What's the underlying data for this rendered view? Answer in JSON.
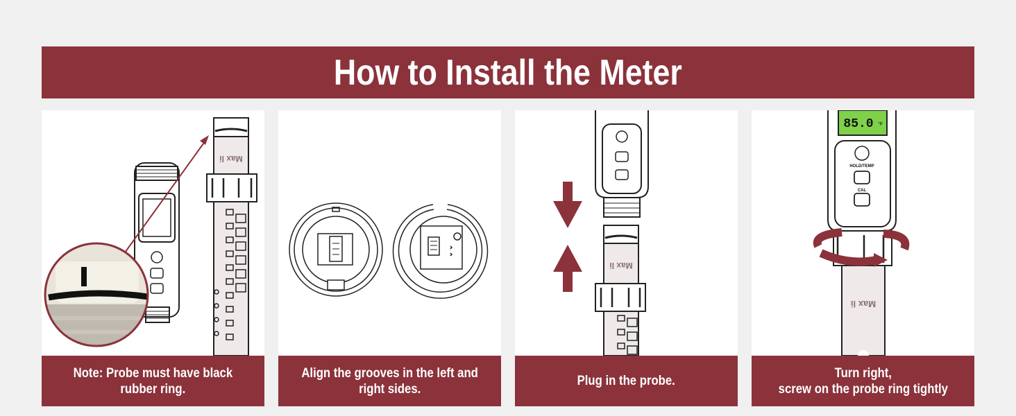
{
  "banner": {
    "title": "How to Install the Meter"
  },
  "colors": {
    "accent": "#8b323b",
    "background": "#f1f0f0",
    "panel": "#ffffff",
    "lcd": "#7fd14a"
  },
  "steps": [
    {
      "caption_line1": "Note: Probe must have black",
      "caption_line2": "rubber ring."
    },
    {
      "caption_line1": "Align the grooves in the left and",
      "caption_line2": "right sides."
    },
    {
      "caption_line1": "Plug in the probe.",
      "caption_line2": ""
    },
    {
      "caption_line1": "Turn right,",
      "caption_line2": "screw on the probe ring tightly"
    }
  ],
  "labels": {
    "probe_text": "Max li",
    "display_reading": "85.0",
    "display_unit": "°F",
    "button_hold": "HOLD/TEMP",
    "button_cal": "CAL"
  },
  "icons": [
    "arrow-up-right-icon",
    "arrow-down-icon",
    "arrow-up-icon",
    "rotate-right-icon"
  ]
}
